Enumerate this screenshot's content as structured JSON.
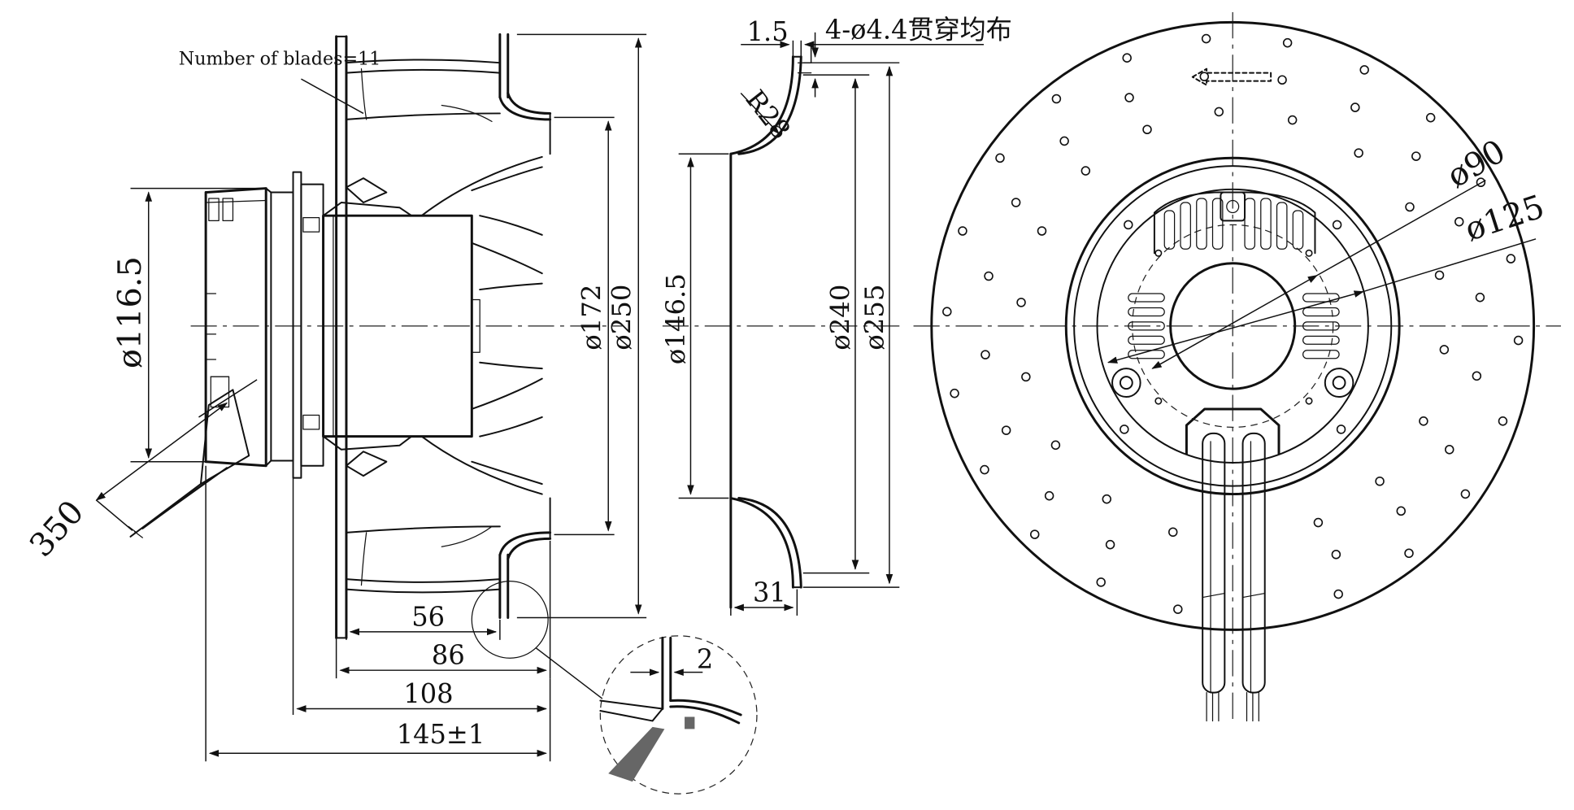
{
  "labels": {
    "blades": "Number of blades=11",
    "thickness": "1.5",
    "holes": "4-ø4.4贯穿均布",
    "radius": "R28",
    "d116": "ø116.5",
    "d172": "ø172",
    "d250": "ø250",
    "d146": "ø146.5",
    "d240": "ø240",
    "d255": "ø255",
    "d90": "ø90",
    "d125": "ø125",
    "cable": "350",
    "l56": "56",
    "l86": "86",
    "l108": "108",
    "l145": "145±1",
    "l31": "31",
    "l2": "2"
  }
}
